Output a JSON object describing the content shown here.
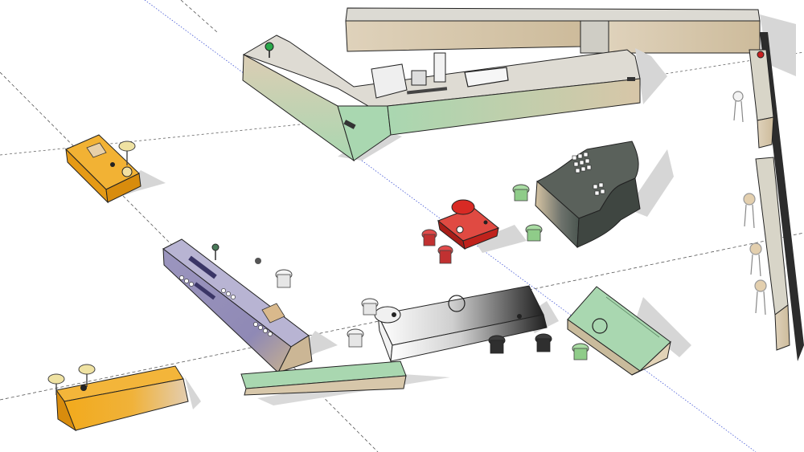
{
  "scene": {
    "background": "#ffffff",
    "colors": {
      "shadow": "#d4d4d4",
      "outline": "#1e1e1e",
      "wood": "#dccdb4",
      "wood_dark": "#c4ad8c",
      "stone_top": "#dedbd3",
      "mint": "#a9d7b0",
      "mint_dark": "#8cc39b",
      "orange": "#f1a91c",
      "orange_dark": "#d48a0e",
      "lavender": "#9c96bf",
      "lavender_dark": "#7d77a2",
      "red": "#cf2a24",
      "charcoal": "#4b5650",
      "gradient_black": "#262626",
      "stool_yellow": "#efe2a2",
      "stool_green": "#9fd49e",
      "stool_red": "#d83a3a",
      "stool_white": "#f0f0f0",
      "stool_dark": "#3f3f3f",
      "axis_blue": "#3a4fcf",
      "axis_dash": "#555555"
    },
    "objects": [
      {
        "name": "long-wall-counter",
        "kind": "counter",
        "color": "wood"
      },
      {
        "name": "l-shaped-counter",
        "kind": "counter",
        "color": "mint"
      },
      {
        "name": "orange-cart-counter",
        "kind": "counter",
        "color": "orange"
      },
      {
        "name": "lavender-island-counter",
        "kind": "counter",
        "color": "lavender"
      },
      {
        "name": "red-pedestal",
        "kind": "counter",
        "color": "red"
      },
      {
        "name": "charcoal-curved-counter",
        "kind": "counter",
        "color": "charcoal"
      },
      {
        "name": "gradient-bar-counter",
        "kind": "counter",
        "color": "gradient_black"
      },
      {
        "name": "mint-table",
        "kind": "table",
        "color": "mint"
      },
      {
        "name": "mint-bench",
        "kind": "bench",
        "color": "mint"
      },
      {
        "name": "orange-bench-counter",
        "kind": "counter",
        "color": "orange"
      },
      {
        "name": "wall-shelf-counter",
        "kind": "shelf",
        "color": "wood"
      }
    ]
  }
}
